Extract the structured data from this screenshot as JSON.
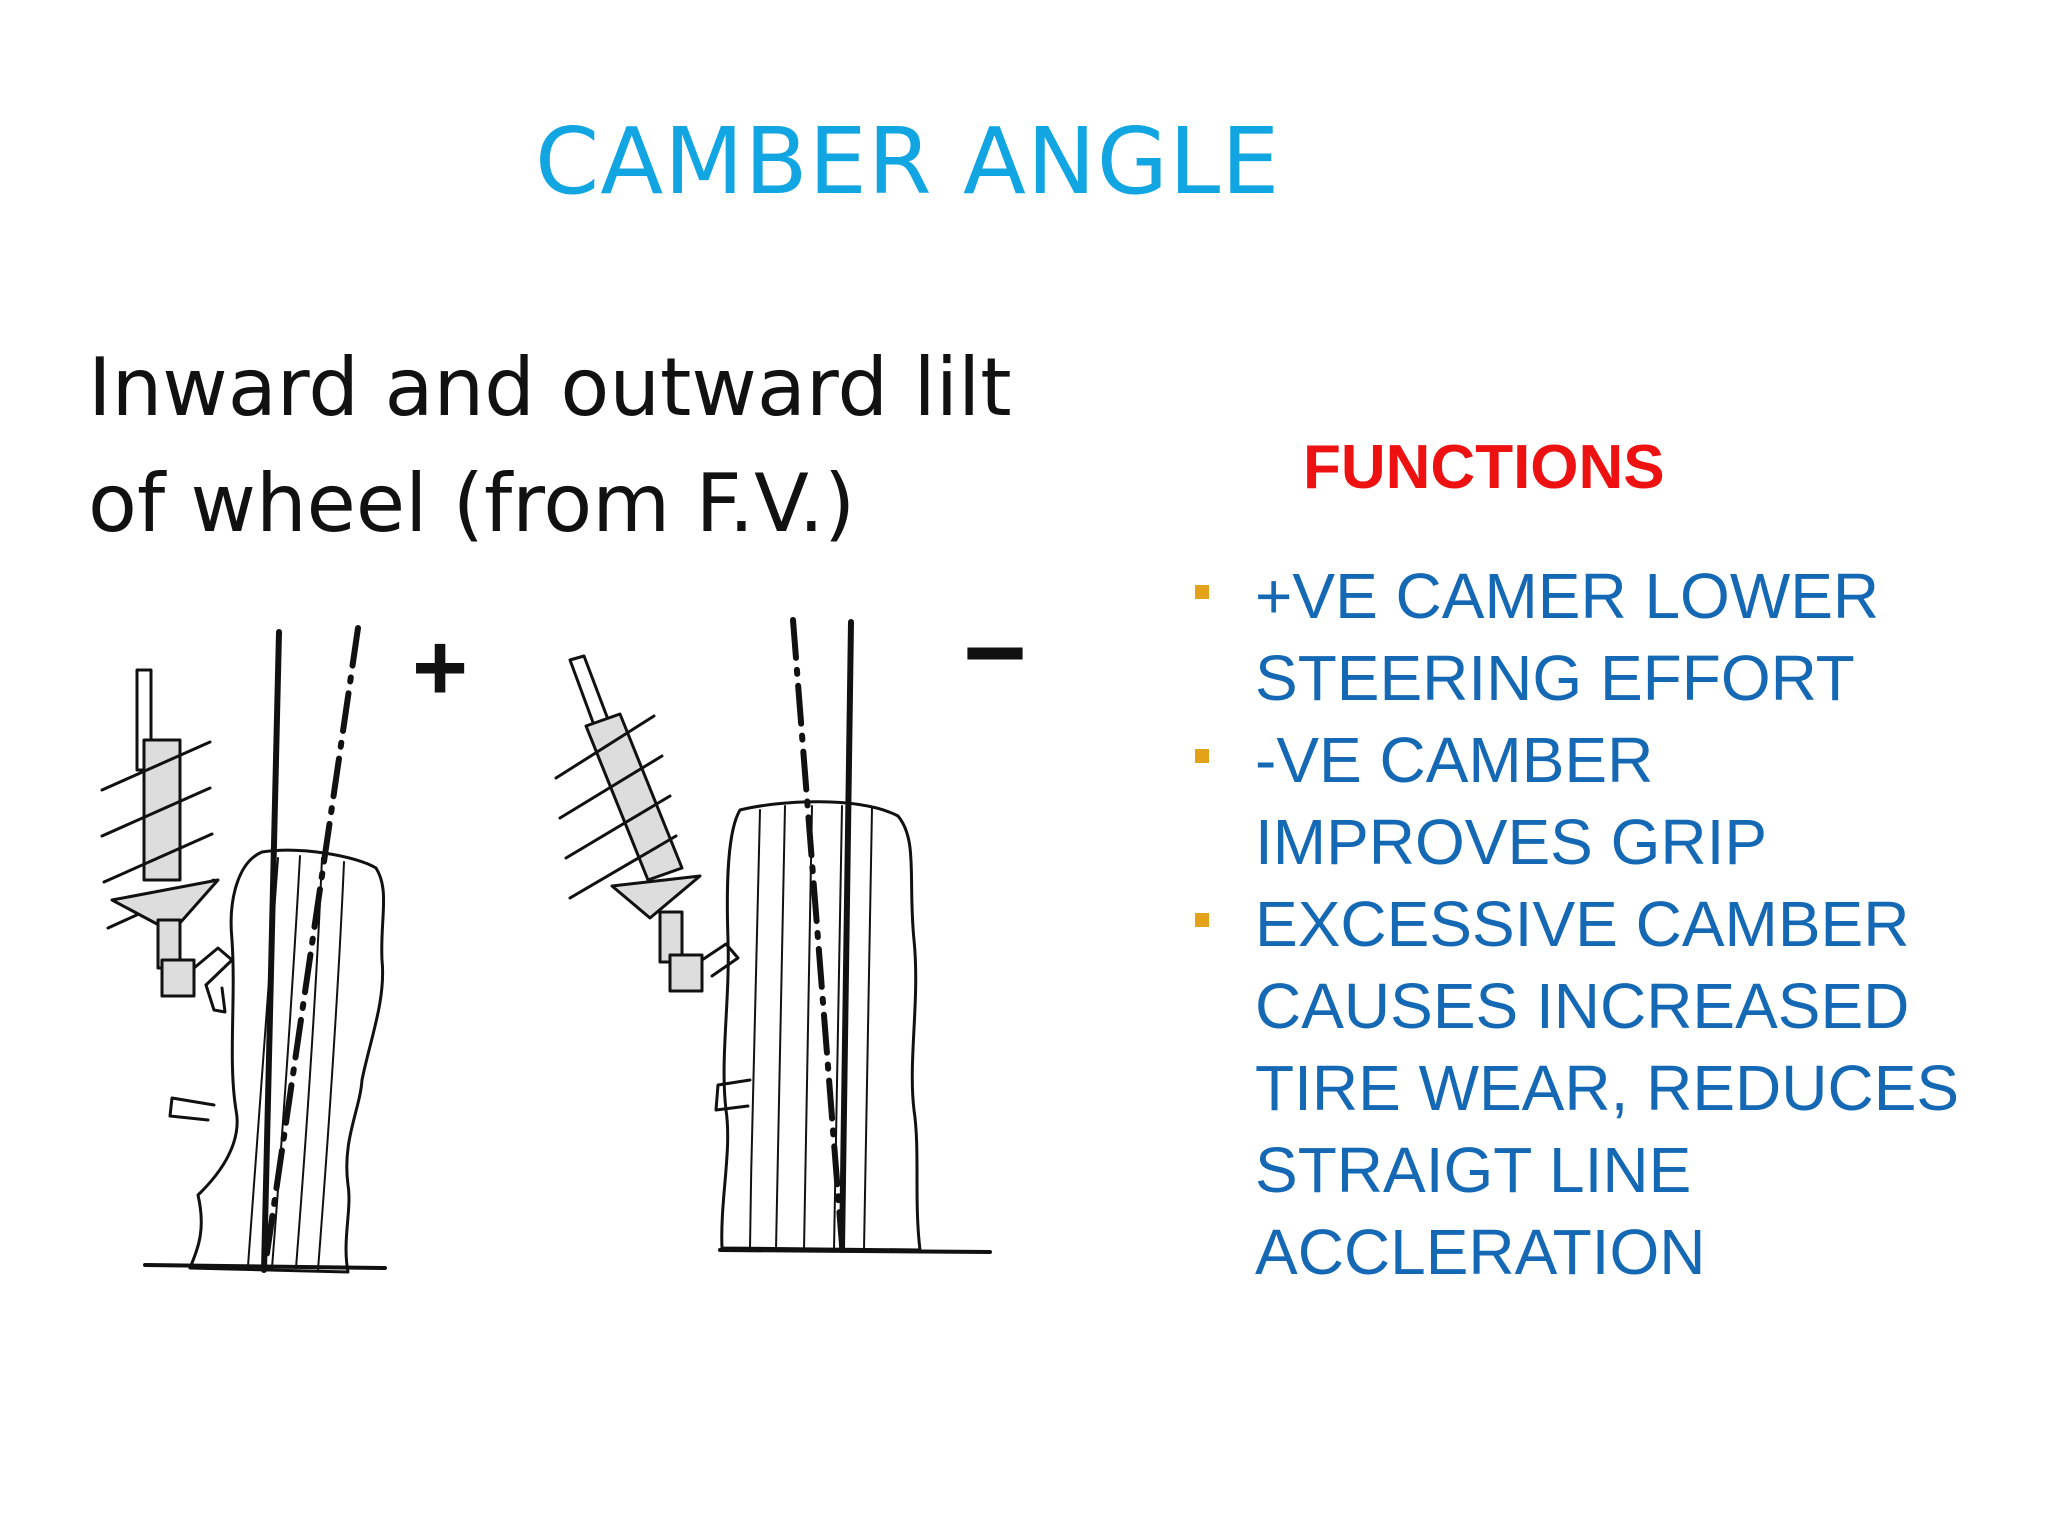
{
  "slide": {
    "title": "CAMBER ANGLE",
    "subtitle_lines": [
      "Inward and outward lilt",
      "of wheel (from F.V.)"
    ],
    "functions_heading": "FUNCTIONS",
    "bullets": [
      {
        "lines": [
          "+VE CAMER LOWER",
          "STEERING EFFORT"
        ]
      },
      {
        "lines": [
          "-VE CAMBER",
          "IMPROVES GRIP"
        ]
      },
      {
        "lines": [
          "EXCESSIVE CAMBER",
          "CAUSES INCREASED",
          "TIRE WEAR, REDUCES",
          "STRAIGT LINE",
          "ACCLERATION"
        ]
      }
    ],
    "colors": {
      "title": "#11a5e2",
      "functions": "#ee1111",
      "bullet_text": "#1468b4",
      "bullet_marker": "#e3a21a"
    }
  },
  "diagram": {
    "positive_sign": "+",
    "negative_sign": "−"
  }
}
